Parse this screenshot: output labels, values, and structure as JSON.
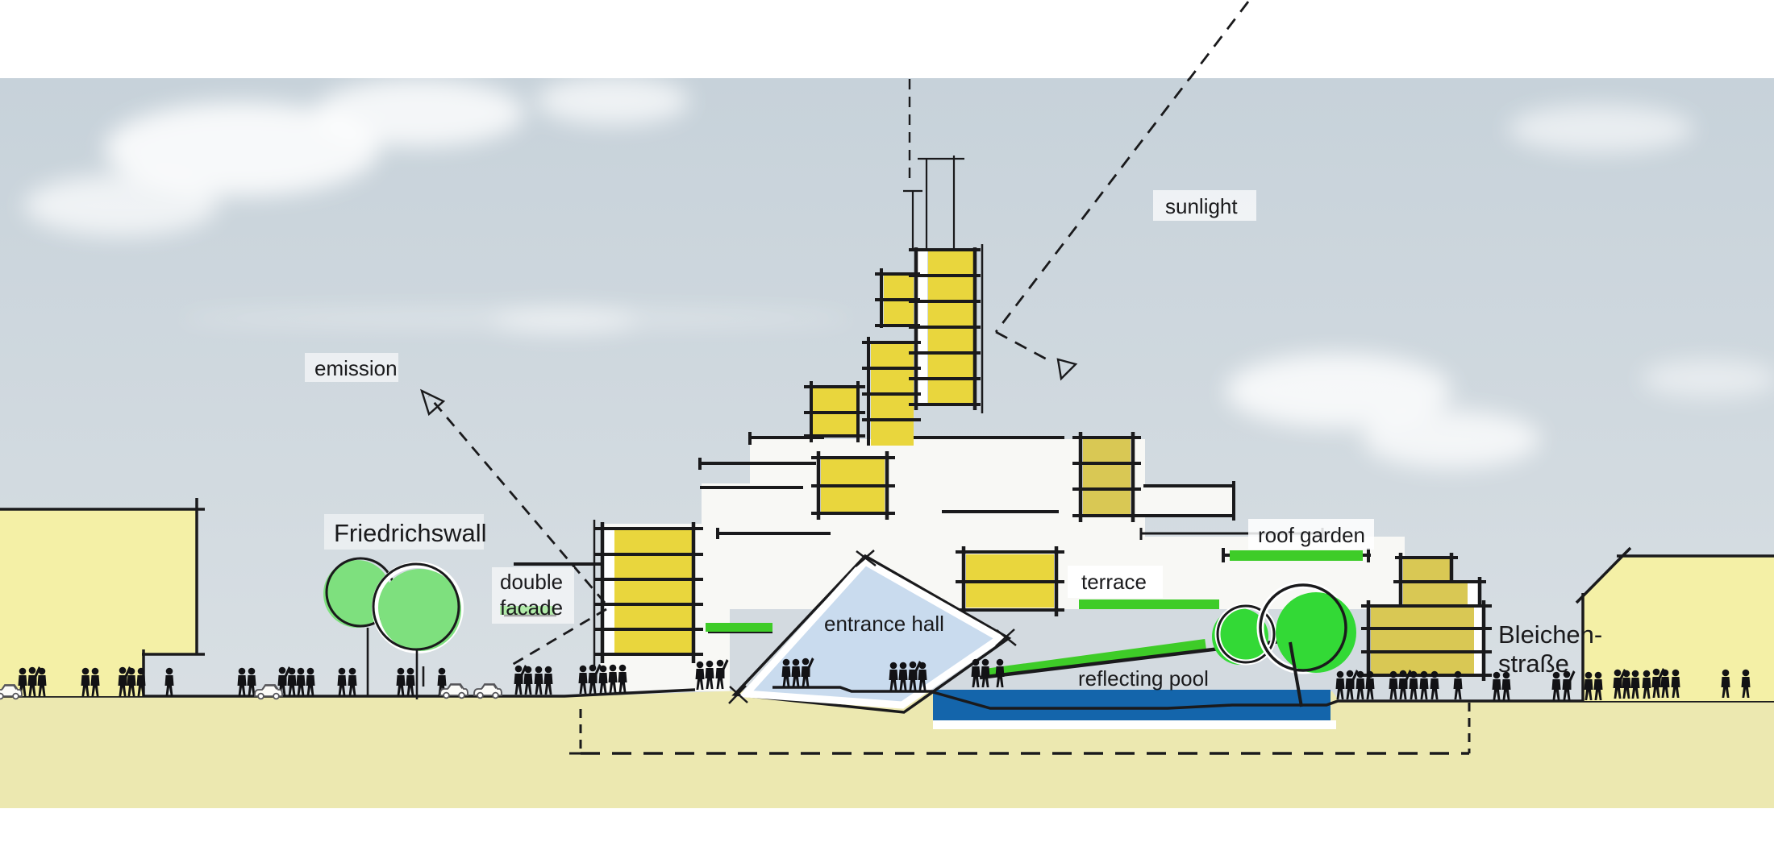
{
  "title": "Architectural building section diagram",
  "labels": {
    "sunlight": "sunlight",
    "emission": "emission",
    "street_left": "Friedrichswall",
    "double_facade_line1": "double",
    "double_facade_line2": "facade",
    "entrance_hall": "entrance hall",
    "terrace": "terrace",
    "roof_garden": "roof garden",
    "reflecting_pool": "reflecting pool",
    "street_right_line1": "Bleichen-",
    "street_right_line2": "straße"
  },
  "colors": {
    "sky_top": "#c7d2da",
    "sky_bottom": "#dbe1e5",
    "ground": "#ece8b0",
    "facade_yellow": "#e9d63d",
    "annex_yellow": "#d9c854",
    "neighbor_building_yellow": "#f4f0a6",
    "vegetation_green": "#3ecc28",
    "tree_green_left": "#7ee07e",
    "tree_green_right": "#33d936",
    "pool_blue": "#1465ab",
    "entrance_hall_blue": "#c9dbee",
    "recess_grey": "#d3dae0",
    "line_black": "#1a1a1c"
  }
}
